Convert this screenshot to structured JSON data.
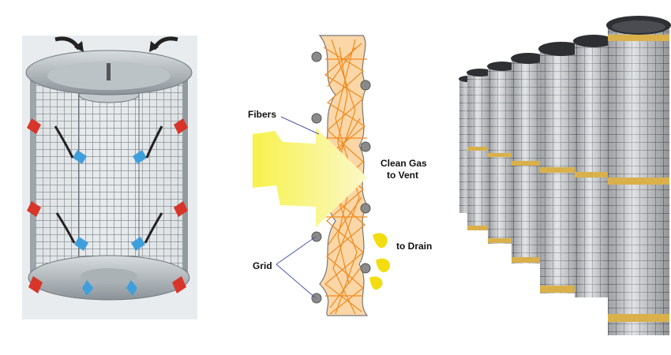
{
  "diagram": {
    "labels": {
      "fibers": "Fibers",
      "grid": "Grid",
      "clean_gas_line1": "Clean Gas",
      "clean_gas_line2": "to Vent",
      "to_drain": "to Drain"
    }
  },
  "colors": {
    "fiber": "#f08a1e",
    "gas_arrow": "#f3e94a",
    "drain_drop": "#f3dc10",
    "inflow_arrow": "#d8352a",
    "inner_flow_arrow": "#3f9fdc",
    "mesh_gold_band": "#d9b04a"
  }
}
